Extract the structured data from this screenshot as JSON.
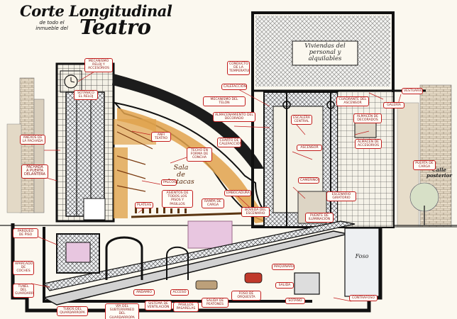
{
  "title": {
    "line1": "Corte Longitudinal",
    "sub_line1": "de todo el",
    "sub_line2": "inmueble del",
    "line2": "Teatro"
  },
  "colors": {
    "red_label": "#c21d1d",
    "orange_fill": "#e0a24c",
    "ink": "#1a1a1a",
    "pink_panel": "#e8c6e0",
    "paper": "#fbf8ef"
  },
  "areas": {
    "viviendas_line1": "Viviendas del",
    "viviendas_line2": "personal y",
    "viviendas_line3": "alquilables",
    "sala_line1": "Sala",
    "sala_line2": "de",
    "sala_line3": "butacas",
    "calle_posterior_line1": "Calle",
    "calle_posterior_line2": "posterior",
    "foso": "Foso",
    "fachada_line1": "Fachada",
    "fachada_line2": "a puerta",
    "fachada_line3": "delantera"
  },
  "labels": [
    "Mecanismo reloj y accesorios",
    "Sotánico el reloj",
    "Anfi teatro",
    "Techo en forma de concha",
    "Palcos",
    "Asientos de todos los pisos y pasillos",
    "Plateas",
    "Anexos de la fachada",
    "Parqueo de piso",
    "Aparcado de coches",
    "Túnel del guardarropa",
    "Tubos del quardarropa",
    "Vía del subterráneo del guardarropa",
    "Sistema de ventilación",
    "Pasillos pasarelas",
    "Salida de peatones",
    "Calefacción",
    "Conducto de la temperatura",
    "Mecanismo del telón",
    "Almacenamiento del decorado",
    "Cuarto de calefacción",
    "Embocadura",
    "Bóveda del escenario",
    "Escenario giratorio",
    "Maquinaria",
    "Contrafoso",
    "Escalera central",
    "Ascensor",
    "Puerta de carga",
    "Cuadrante del ascensor",
    "Almacén de decorados",
    "Almacén de accesorios",
    "Vestuario",
    "Rampa de carga",
    "Camerinos",
    "Puente de iluminación",
    "Andamio",
    "Acceso",
    "Foso de orquesta",
    "Sótano",
    "Salida",
    "Galería"
  ]
}
